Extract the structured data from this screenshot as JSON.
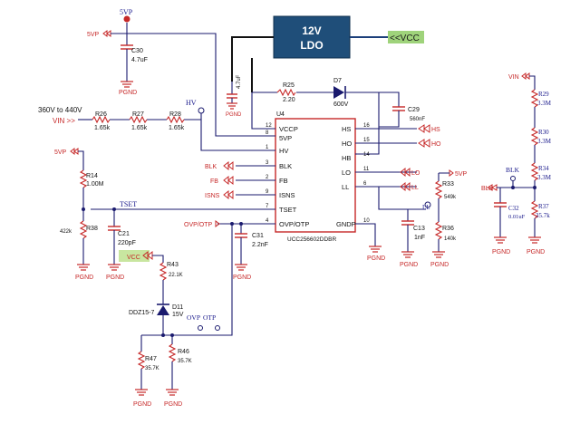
{
  "ldo": {
    "line1": "12V",
    "line2": "LDO",
    "input": "<<VCC",
    "cap": "4.7uF"
  },
  "ic": {
    "ref": "U4",
    "part": "UCC256602DDBR",
    "left_pins": [
      {
        "num": "12",
        "name": "VCCP"
      },
      {
        "num": "8",
        "name": "5VP"
      },
      {
        "num": "1",
        "name": "HV"
      },
      {
        "num": "3",
        "name": "BLK"
      },
      {
        "num": "2",
        "name": "FB"
      },
      {
        "num": "9",
        "name": "ISNS"
      },
      {
        "num": "7",
        "name": "TSET"
      },
      {
        "num": "4",
        "name": "OVP/OTP"
      }
    ],
    "right_pins": [
      {
        "num": "16",
        "name": "HS"
      },
      {
        "num": "15",
        "name": "HO"
      },
      {
        "num": "14",
        "name": "HB"
      },
      {
        "num": "11",
        "name": "LO"
      },
      {
        "num": "6",
        "name": "LL"
      },
      {
        "num": "10",
        "name": "GNDP"
      }
    ]
  },
  "nets": {
    "5vp": "5VP",
    "hv": "HV",
    "vin_range": "360V to 440V",
    "vin": "VIN >>",
    "vin_right": "VIN",
    "blk": "BLK",
    "fb": "FB",
    "isns": "ISNS",
    "ovp_otp": "OVP/OTP",
    "vcc": "VCC",
    "hs": "HS",
    "ho": "HO",
    "lo": "LO",
    "ll": "LL",
    "ll_tp": "LL",
    "tset": "TSET",
    "ovp": "OVP",
    "otp": "OTP",
    "blk_tp": "BLK",
    "blk_in": "BLK",
    "gnd": "PGND"
  },
  "components": {
    "c30": {
      "ref": "C30",
      "val": "4.7uF"
    },
    "r25": {
      "ref": "R25",
      "val": "2.20"
    },
    "d7": {
      "ref": "D7",
      "val": "600V"
    },
    "c29": {
      "ref": "C29",
      "val": "560nF"
    },
    "r26": {
      "ref": "R26",
      "val": "1.65k"
    },
    "r27": {
      "ref": "R27",
      "val": "1.65k"
    },
    "r28": {
      "ref": "R28",
      "val": "1.65k"
    },
    "r14": {
      "ref": "R14",
      "val": "1.00M"
    },
    "r38": {
      "ref": "R38",
      "val": "422k"
    },
    "c21": {
      "ref": "C21",
      "val": "220pF"
    },
    "c31": {
      "ref": "C31",
      "val": "2.2nF"
    },
    "r43": {
      "ref": "R43",
      "val": "22.1K"
    },
    "d11": {
      "ref": "D11",
      "part": "DDZ15-7",
      "val": "15V"
    },
    "r47": {
      "ref": "R47",
      "val": "35.7K"
    },
    "r46": {
      "ref": "R46",
      "val": "35.7K"
    },
    "c13": {
      "ref": "C13",
      "val": "1nF"
    },
    "r33": {
      "ref": "R33",
      "val": "549k"
    },
    "r36": {
      "ref": "R36",
      "val": "140k"
    },
    "r29": {
      "ref": "R29",
      "val": "3.3M"
    },
    "r30": {
      "ref": "R30",
      "val": "3.3M"
    },
    "r34": {
      "ref": "R34",
      "val": "3.3M"
    },
    "r37": {
      "ref": "R37",
      "val": "35.7k"
    },
    "c32": {
      "ref": "C32",
      "val": "0.01uF"
    }
  },
  "colors": {
    "ldo_fill": "#1f4e79",
    "vcc_highlight": "#9fd37b",
    "net": "#c62828",
    "wire": "#1a1a6e"
  }
}
